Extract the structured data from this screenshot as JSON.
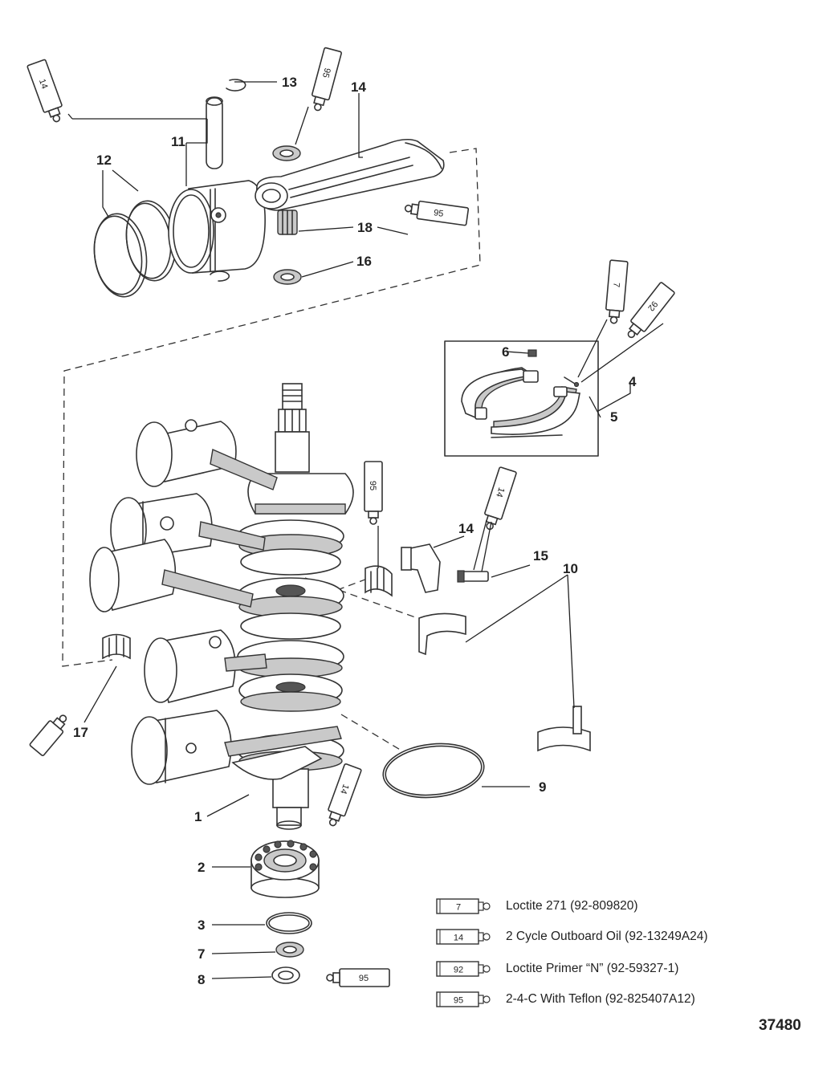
{
  "callouts": {
    "c1": "1",
    "c2": "2",
    "c3": "3",
    "c4": "4",
    "c5": "5",
    "c6": "6",
    "c7a": "7",
    "c8": "8",
    "c9": "9",
    "c10": "10",
    "c11": "11",
    "c12": "12",
    "c13": "13",
    "c14a": "14",
    "c14b": "14",
    "c15": "15",
    "c16": "16",
    "c17": "17",
    "c18": "18"
  },
  "tubes": {
    "t14_top": "14",
    "t95_top": "95",
    "t95_mid": "95",
    "t7": "7",
    "t92": "92",
    "t95_side": "95",
    "t14_side": "14",
    "t14_left": "",
    "t14_low": "14",
    "t95_bottom": "95"
  },
  "legend": [
    {
      "code": "7",
      "text": "Loctite 271 (92-809820)"
    },
    {
      "code": "14",
      "text": "2 Cycle Outboard Oil (92-13249A24)"
    },
    {
      "code": "92",
      "text": "Loctite Primer “N” (92-59327-1)"
    },
    {
      "code": "95",
      "text": "2-4-C  With Teflon (92-825407A12)"
    }
  ],
  "figure_number": "37480"
}
